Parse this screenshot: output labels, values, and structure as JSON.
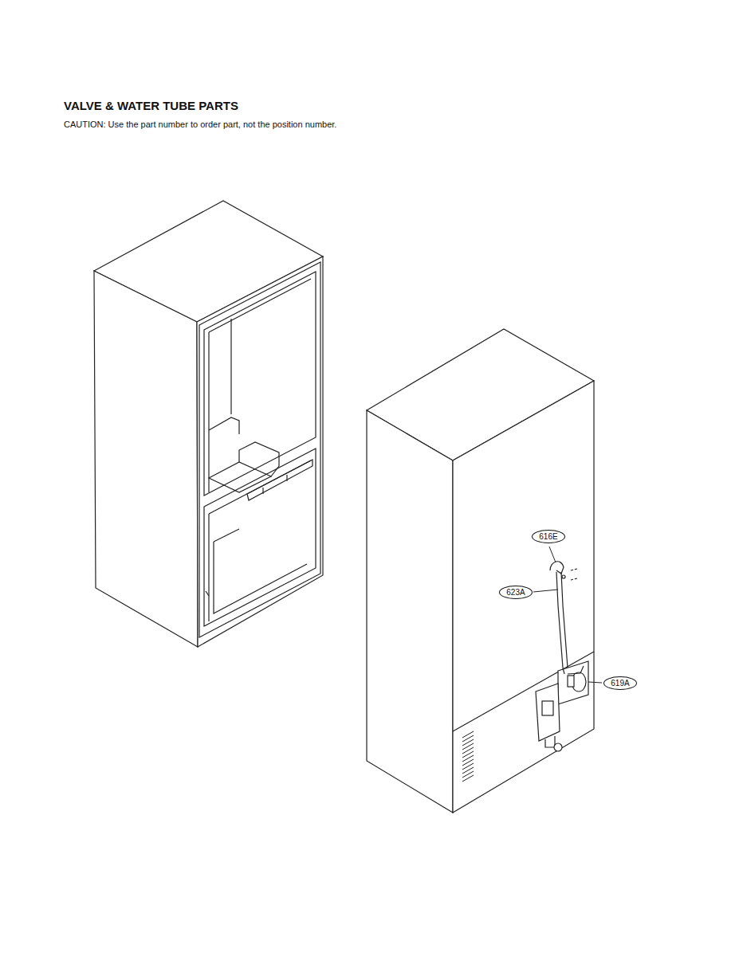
{
  "diagram": {
    "title": "VALVE & WATER TUBE PARTS",
    "nodes": [
      {
        "text": [
          "616E"
        ]
      },
      {
        "text": [
          "623A"
        ]
      },
      {
        "text": [
          "619A"
        ]
      }
    ],
    "labels": [
      "CAUTION: Use the part number to order part, not the position number."
    ]
  }
}
